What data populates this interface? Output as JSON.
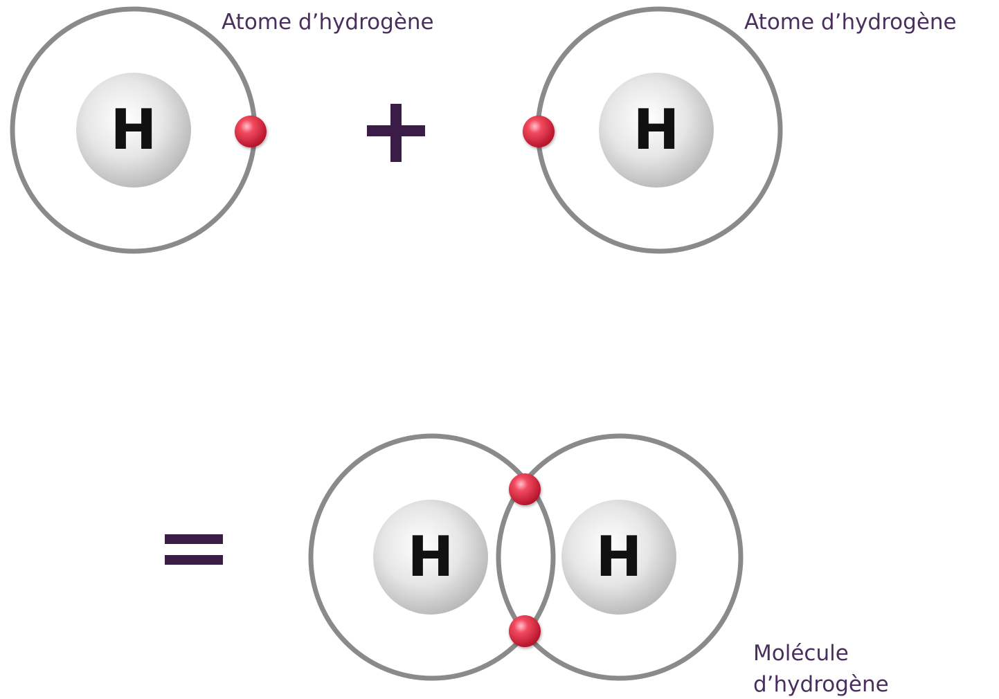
{
  "labels": {
    "atom_left": "Atome d’hydrogène",
    "atom_right": "Atome d’hydrogène",
    "molecule_line1": "Molécule",
    "molecule_line2": "d’hydrogène"
  },
  "atoms": {
    "top_left": {
      "symbol": "H"
    },
    "top_right": {
      "symbol": "H"
    },
    "bottom_left": {
      "symbol": "H"
    },
    "bottom_right": {
      "symbol": "H"
    }
  },
  "colors": {
    "label": "#4a2f5e",
    "operator": "#3a1c47",
    "orbit": "#8a8a8a",
    "electron": "#e0203a",
    "nucleus_text": "#111111"
  }
}
